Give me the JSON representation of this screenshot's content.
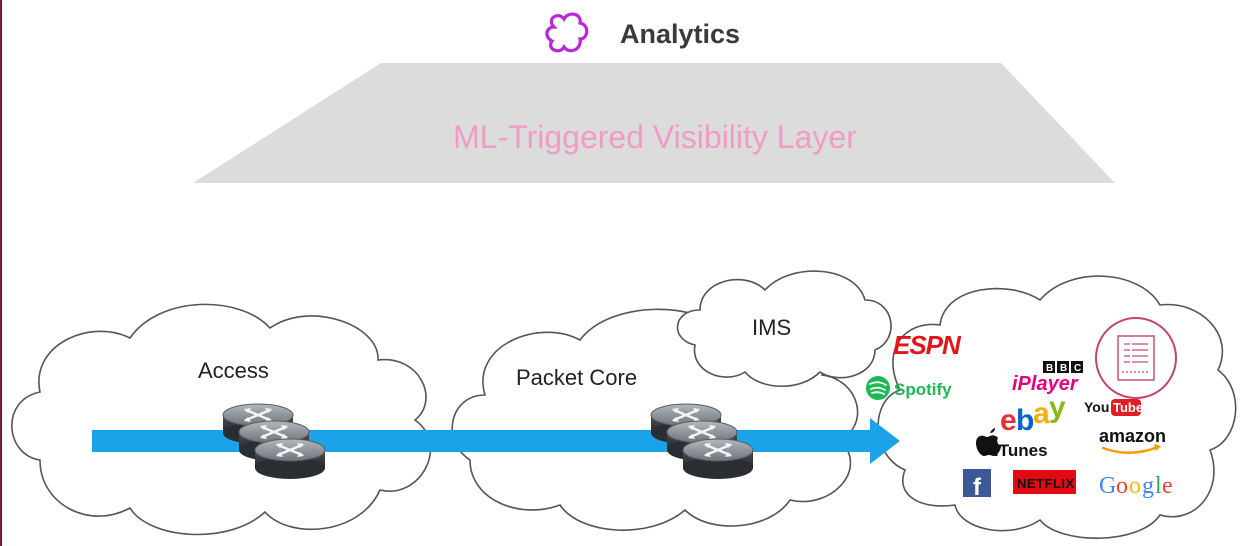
{
  "header": {
    "title": "Analytics",
    "logo_icon": "analytics-logo-icon",
    "logo_color": "#b829d6"
  },
  "layer": {
    "label": "ML-Triggered Visibility Layer",
    "fill": "#dcdcdc",
    "text_color": "#f09cc6"
  },
  "clouds": {
    "access": "Access",
    "packet_core": "Packet Core",
    "ims": "IMS"
  },
  "flow": {
    "color": "#1aa3e8"
  },
  "services": {
    "espn": "ESPN",
    "spotify": "Spotify",
    "bbc": "BBC",
    "iplayer": "iPlayer",
    "ebay_e": "e",
    "ebay_b": "b",
    "ebay_a": "a",
    "ebay_y": "y",
    "youtube_you": "You",
    "youtube_tube": "Tube",
    "itunes": "iTunes",
    "amazon": "amazon",
    "facebook": "f",
    "netflix": "NETFLIX",
    "google": [
      "G",
      "o",
      "o",
      "g",
      "l",
      "e"
    ]
  }
}
